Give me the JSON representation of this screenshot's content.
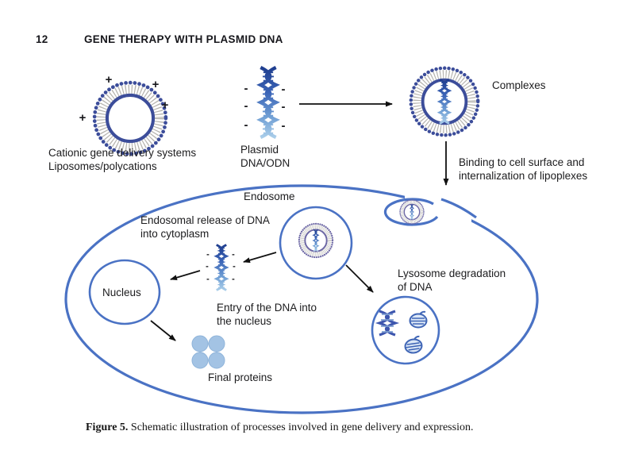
{
  "page": {
    "page_number": "12",
    "running_head": "GENE THERAPY WITH PLASMID DNA",
    "caption_label": "Figure 5.",
    "caption_text": "  Schematic illustration of processes involved in gene delivery and expression."
  },
  "diagram": {
    "labels": {
      "cationic_line1": "Cationic gene delivery systems",
      "cationic_line2": "Liposomes/polycations",
      "plasmid_line1": "Plasmid",
      "plasmid_line2": "DNA/ODN",
      "complexes": "Complexes",
      "binding_line1": "Binding to cell surface and",
      "binding_line2": "internalization of lipoplexes",
      "endosome": "Endosome",
      "endosomal_release_line1": "Endosomal release of DNA",
      "endosomal_release_line2": "into cytoplasm",
      "nucleus": "Nucleus",
      "entry_line1": "Entry of the DNA into",
      "entry_line2": "the nucleus",
      "lysosome_line1": "Lysosome degradation",
      "lysosome_line2": "of DNA",
      "final_proteins": "Final proteins"
    },
    "charges": {
      "plus": "+",
      "minus": "-"
    },
    "colors": {
      "membrane_blue": "#4a72c4",
      "liposome_navy": "#3c4d9a",
      "lipoplex_purple": "#6b66a4",
      "protein_fill": "#a3c3e4",
      "protein_edge": "#8fb4da"
    }
  }
}
